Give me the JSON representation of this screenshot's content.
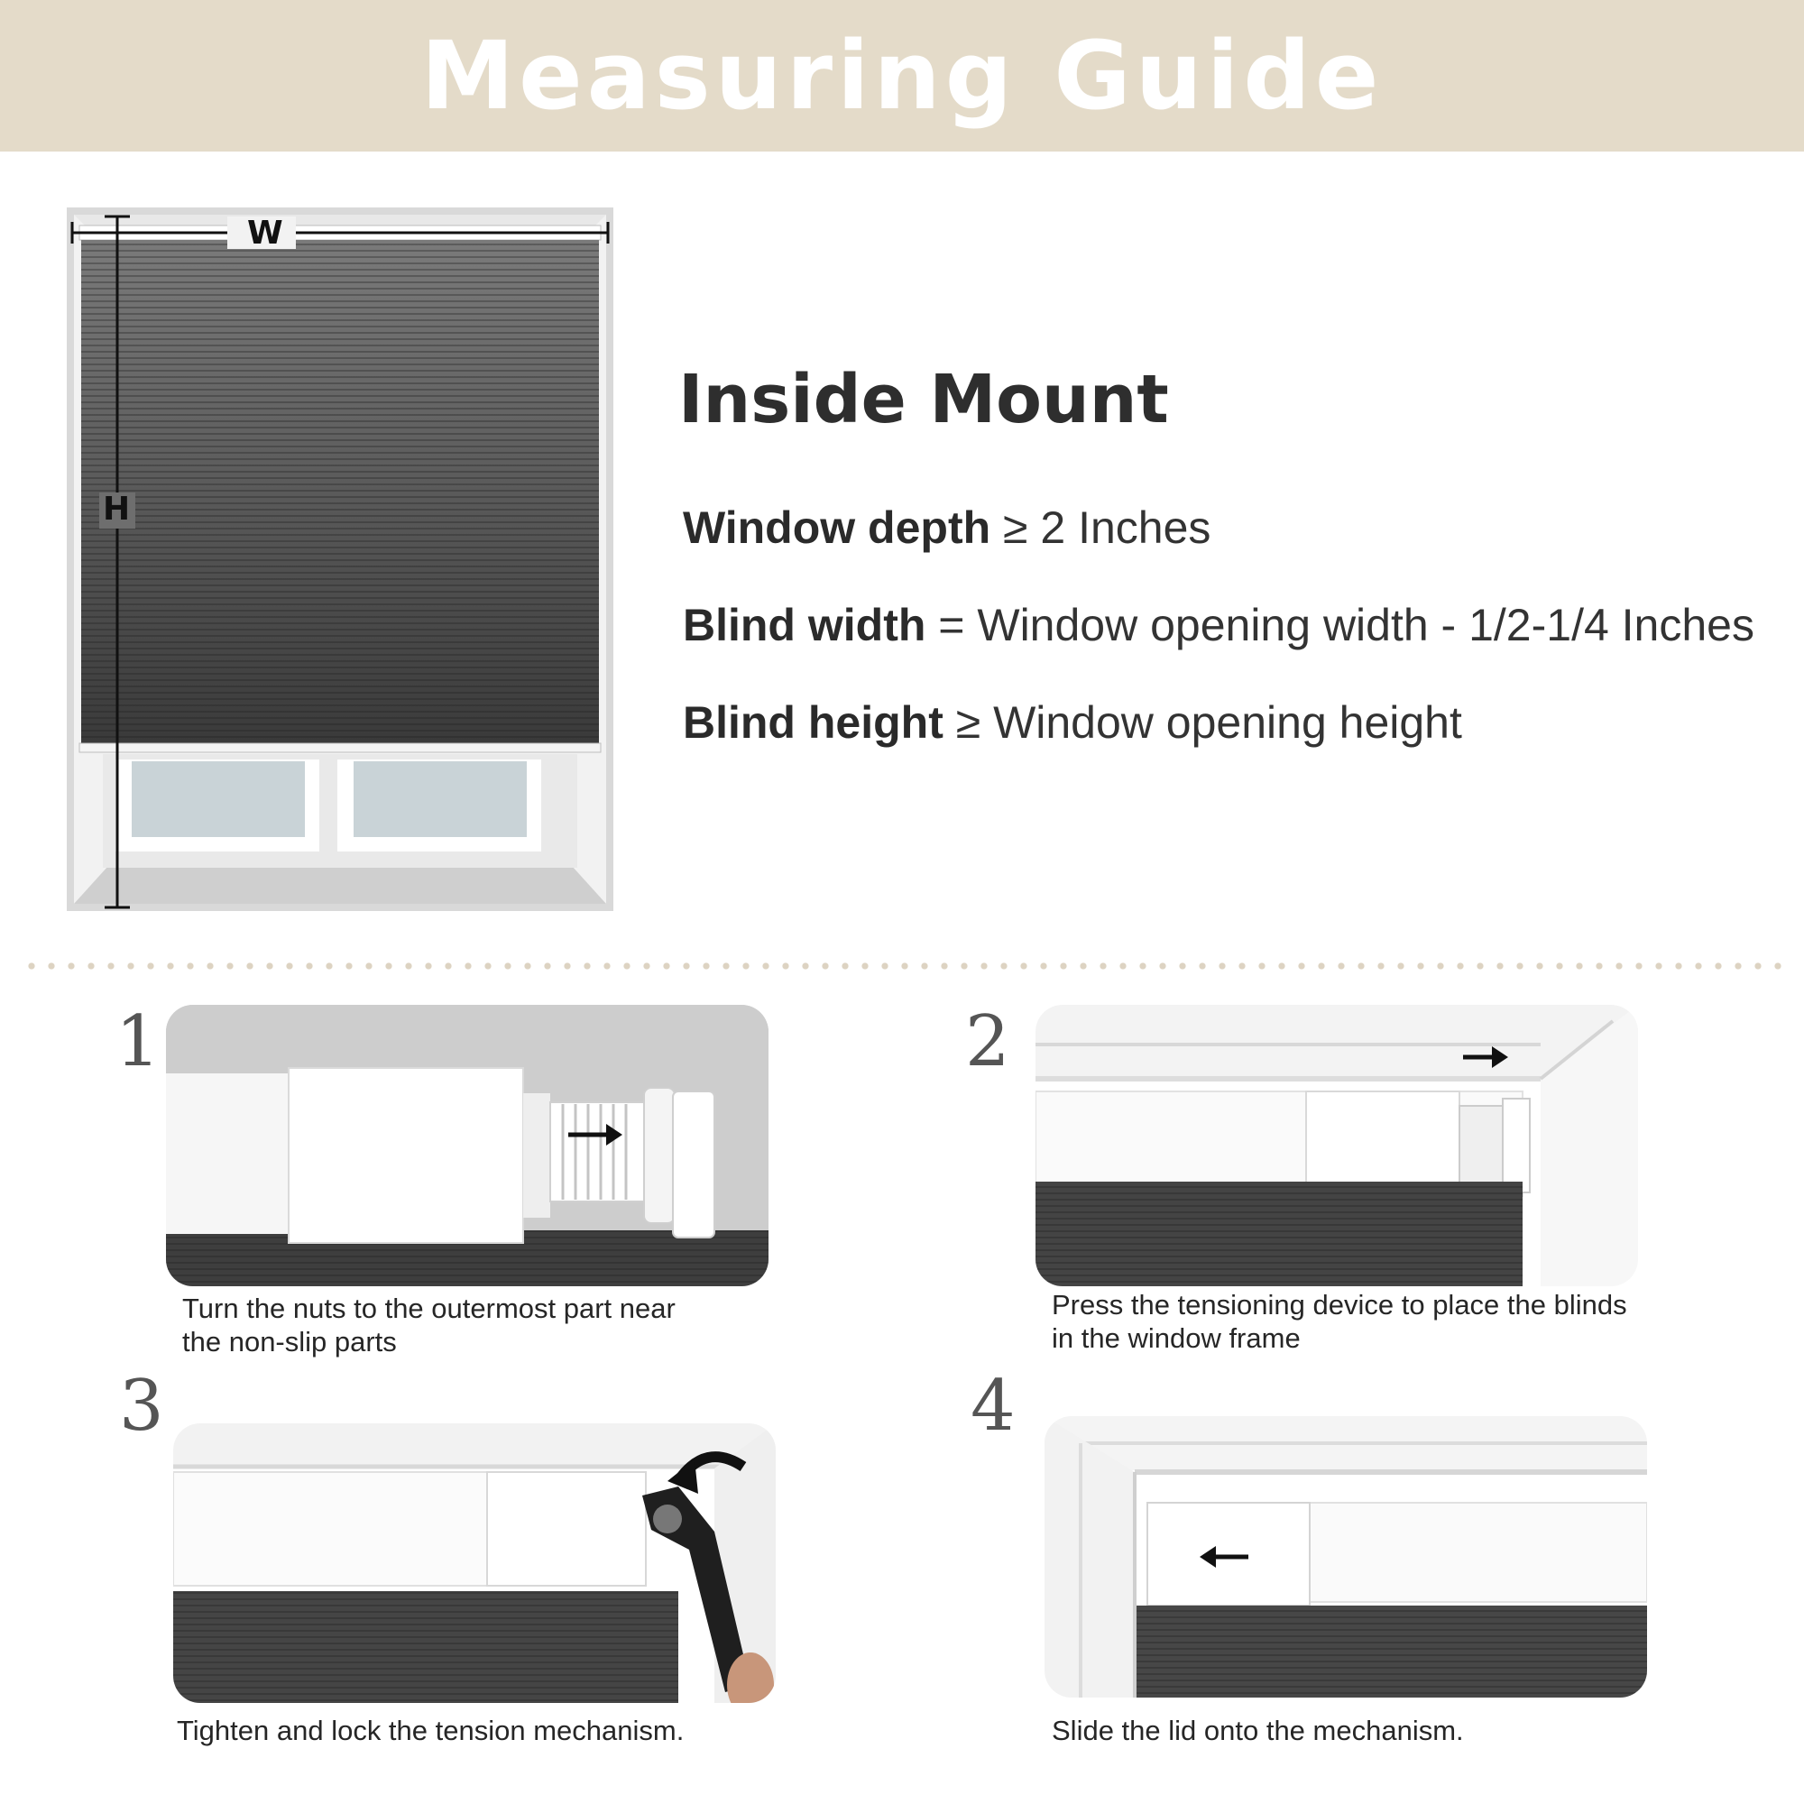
{
  "header": {
    "title": "Measuring Guide"
  },
  "diagram": {
    "width_label": "W",
    "height_label": "H"
  },
  "inside_mount": {
    "title": "Inside Mount",
    "specs": [
      {
        "label": "Window depth",
        "text": " ≥ 2 Inches"
      },
      {
        "label": "Blind width",
        "text": " = Window opening width - 1/2-1/4 Inches"
      },
      {
        "label": "Blind height",
        "text": " ≥ Window opening height"
      }
    ]
  },
  "steps": [
    {
      "number": "1",
      "caption_lines": [
        "Turn the nuts to the outermost part near",
        "the non-slip parts"
      ]
    },
    {
      "number": "2",
      "caption_lines": [
        "Press the tensioning device to place the blinds",
        "in the window frame"
      ]
    },
    {
      "number": "3",
      "caption_lines": [
        "Tighten and lock the tension mechanism."
      ]
    },
    {
      "number": "4",
      "caption_lines": [
        "Slide the lid onto the mechanism."
      ]
    }
  ],
  "colors": {
    "header_band": "#e4dbc9",
    "header_text": "#ffffff",
    "fabric": "#4a4a4a",
    "divider_dots": "#ddd3c2"
  }
}
